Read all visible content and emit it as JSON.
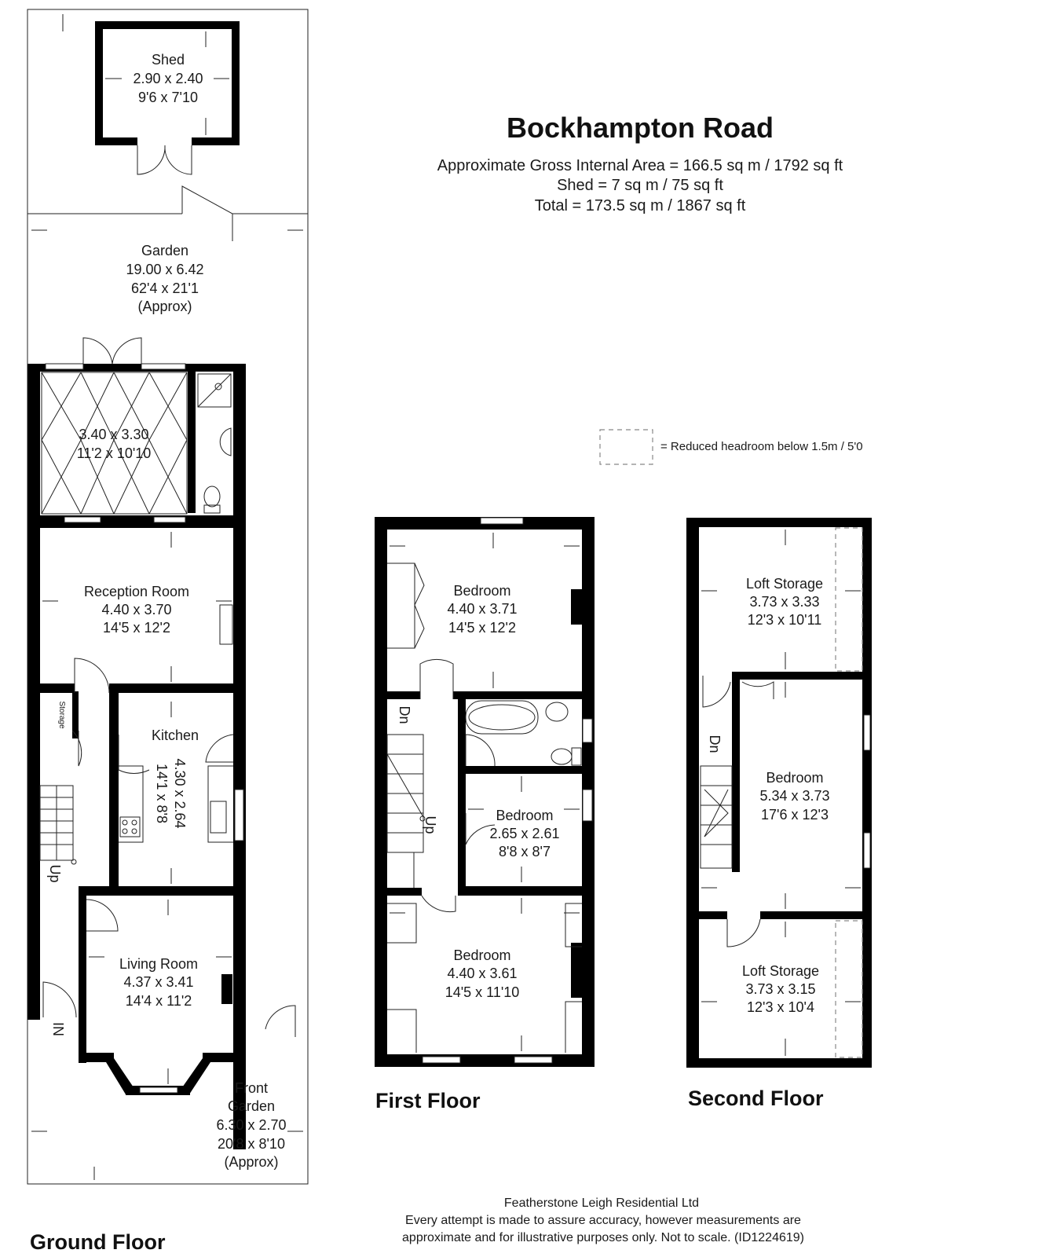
{
  "property": {
    "title": "Bockhampton Road",
    "area_lines": [
      "Approximate Gross Internal Area = 166.5 sq m / 1792 sq ft",
      "Shed = 7 sq m / 75 sq ft",
      "Total = 173.5 sq m / 1867 sq ft"
    ]
  },
  "legend": {
    "text": "= Reduced headroom below 1.5m / 5'0"
  },
  "floors": {
    "ground": "Ground Floor",
    "first": "First Floor",
    "second": "Second Floor"
  },
  "rooms": {
    "shed": [
      "Shed",
      "2.90 x 2.40",
      "9'6 x 7'10"
    ],
    "garden": [
      "Garden",
      "19.00 x 6.42",
      "62'4 x 21'1",
      "(Approx)"
    ],
    "conservatory": [
      "3.40 x 3.30",
      "11'2 x 10'10"
    ],
    "reception": [
      "Reception Room",
      "4.40 x 3.70",
      "14'5 x 12'2"
    ],
    "storage": "Storage",
    "kitchen_name": "Kitchen",
    "kitchen_dims": [
      "4.30 x 2.64",
      "14'1 x 8'8"
    ],
    "living": [
      "Living Room",
      "4.37 x 3.41",
      "14'4 x 11'2"
    ],
    "front_garden": [
      "Front",
      "Garden",
      "6.30 x 2.70",
      "20'8 x 8'10",
      "(Approx)"
    ],
    "ff_bed1": [
      "Bedroom",
      "4.40 x 3.71",
      "14'5 x 12'2"
    ],
    "ff_bed2": [
      "Bedroom",
      "2.65 x 2.61",
      "8'8 x 8'7"
    ],
    "ff_bed3": [
      "Bedroom",
      "4.40 x 3.61",
      "14'5 x 11'10"
    ],
    "sf_loft1": [
      "Loft Storage",
      "3.73 x 3.33",
      "12'3 x 10'11"
    ],
    "sf_bed": [
      "Bedroom",
      "5.34 x 3.73",
      "17'6 x 12'3"
    ],
    "sf_loft2": [
      "Loft Storage",
      "3.73 x 3.15",
      "12'3 x 10'4"
    ]
  },
  "stairs": {
    "up": "Up",
    "dn": "Dn",
    "in": "IN"
  },
  "footer": [
    "Featherstone Leigh Residential Ltd",
    "Every attempt is made to assure accuracy, however measurements are",
    "approximate and for illustrative purposes only. Not to scale. (ID1224619)"
  ]
}
